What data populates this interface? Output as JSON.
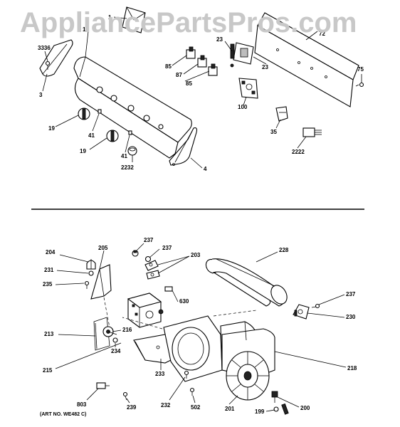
{
  "watermark": "AppliancePartsPros.com",
  "art_number": "(ART NO. WE482 C)",
  "upper_section": {
    "labels": [
      "1",
      "13",
      "3336",
      "3",
      "19",
      "41",
      "19",
      "41",
      "2232",
      "4",
      "85",
      "87",
      "85",
      "23",
      "23",
      "100",
      "72",
      "75",
      "35",
      "2222"
    ]
  },
  "lower_section": {
    "labels": [
      "204",
      "205",
      "231",
      "235",
      "237",
      "237",
      "203",
      "228",
      "630",
      "237",
      "230",
      "213",
      "216",
      "234",
      "215",
      "233",
      "218",
      "803",
      "239",
      "232",
      "502",
      "201",
      "200",
      "199"
    ]
  }
}
